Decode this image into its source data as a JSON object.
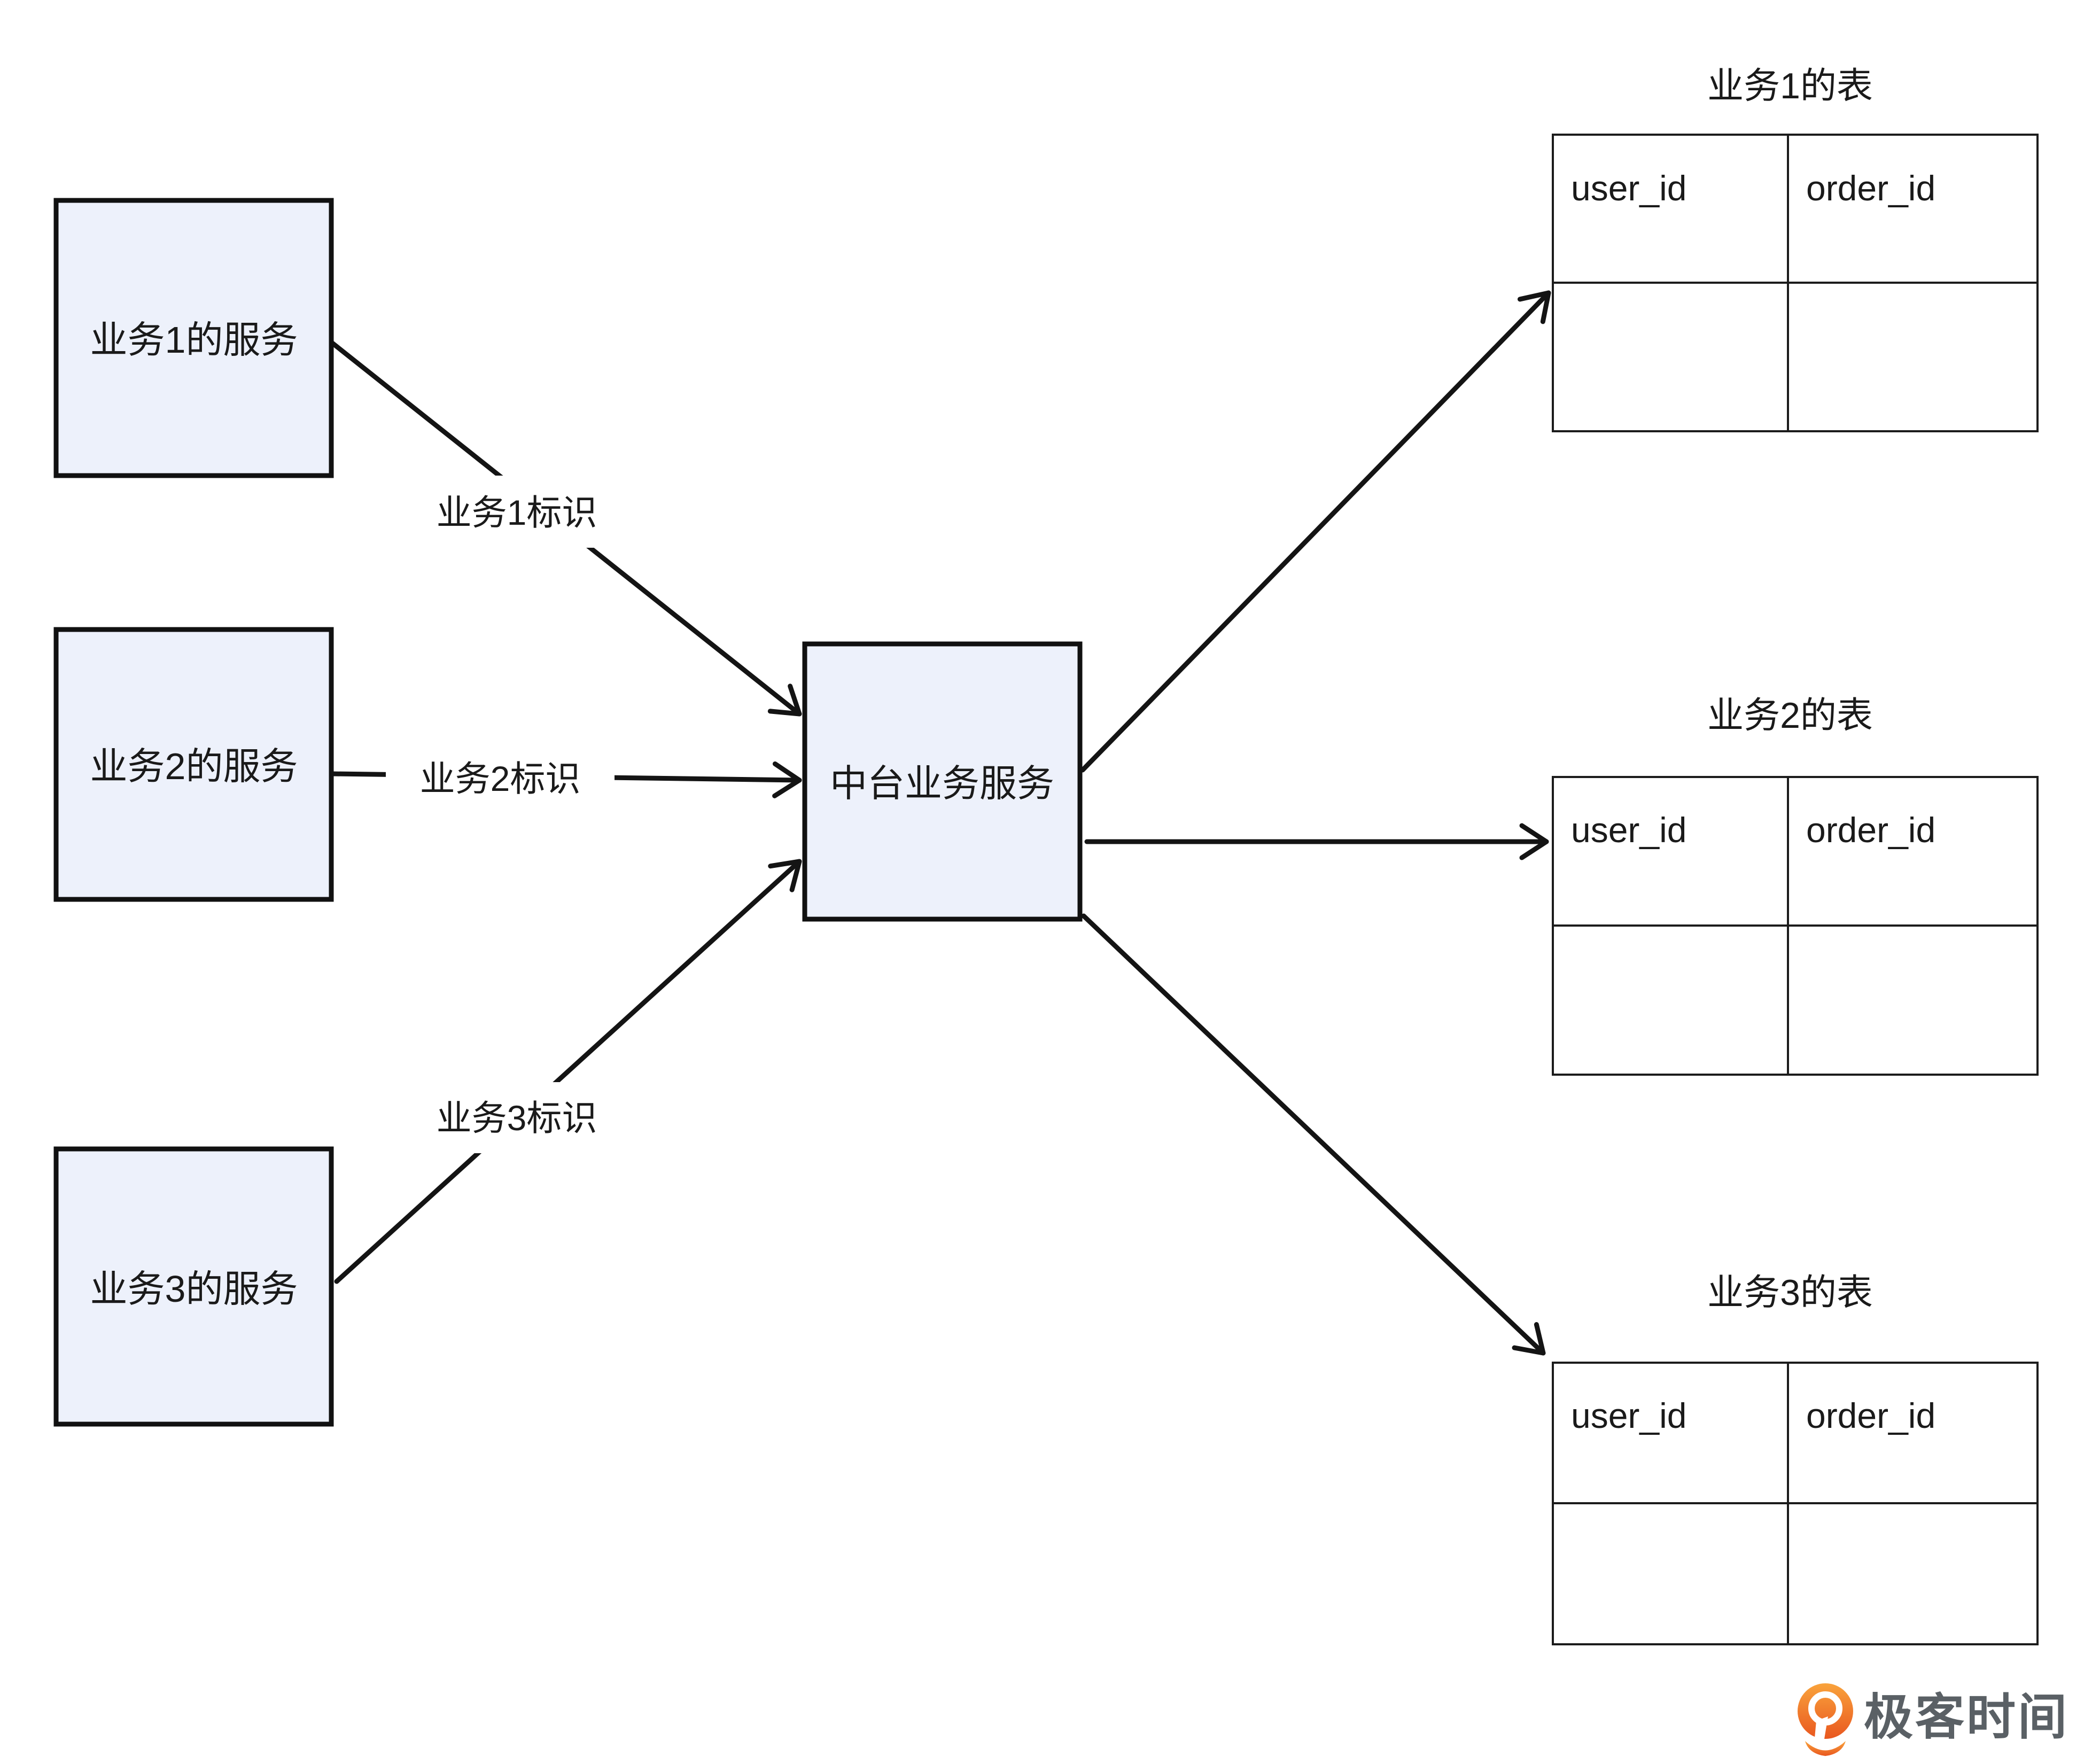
{
  "diagram": {
    "services": [
      {
        "label": "业务1的服务"
      },
      {
        "label": "业务2的服务"
      },
      {
        "label": "业务3的服务"
      }
    ],
    "hub": {
      "label": "中台业务服务"
    },
    "edges": [
      {
        "label": "业务1标识"
      },
      {
        "label": "业务2标识"
      },
      {
        "label": "业务3标识"
      }
    ],
    "tables": [
      {
        "title": "业务1的表",
        "columns": [
          "user_id",
          "order_id"
        ]
      },
      {
        "title": "业务2的表",
        "columns": [
          "user_id",
          "order_id"
        ]
      },
      {
        "title": "业务3的表",
        "columns": [
          "user_id",
          "order_id"
        ]
      }
    ],
    "colors": {
      "node_fill": "#edf1fb",
      "node_border": "#111111",
      "table_border": "#1c1c1c",
      "connector": "#141414",
      "text": "#1a1a1a",
      "logo_orange_top": "#f9a33c",
      "logo_orange_bottom": "#e9571f",
      "logo_text": "#5a6065"
    }
  },
  "footer": {
    "logo_text": "极客时间"
  }
}
